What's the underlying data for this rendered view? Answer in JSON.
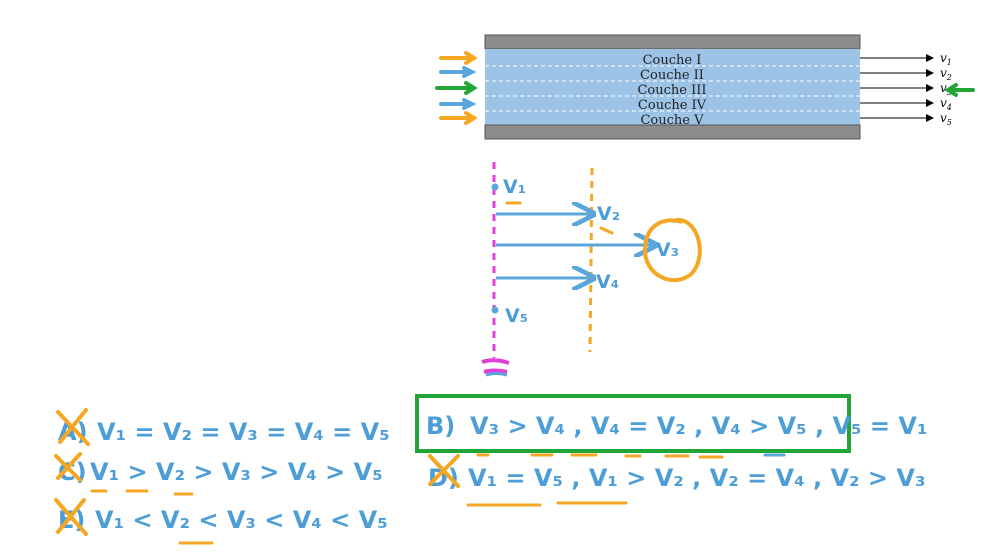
{
  "diagram": {
    "layers": [
      "Couche I",
      "Couche II",
      "Couche III",
      "Couche IV",
      "Couche V"
    ],
    "velocity_labels": [
      "v",
      "v",
      "v",
      "v",
      "v"
    ],
    "velocity_subscripts": [
      "1",
      "2",
      "3",
      "4",
      "5"
    ]
  },
  "sketch": {
    "labels": [
      "V₁",
      "V₂",
      "V₃",
      "V₄",
      "V₅"
    ]
  },
  "answers": {
    "a_prefix": "A)",
    "a_text": "V₁ = V₂ = V₃ = V₄ = V₅",
    "c_prefix": "C)",
    "c_text": "V₁ > V₂ > V₃ > V₄ > V₅",
    "e_prefix": "E)",
    "e_text": "V₁ < V₂ < V₃ < V₄ < V₅",
    "b_prefix": "B)",
    "b_text": "V₃ > V₄ , V₄ = V₂ , V₄ > V₅ , V₅ = V₁",
    "d_prefix": "D)",
    "d_text": "V₁ = V₅ , V₁ > V₂ , V₂ = V₄ , V₂ > V₃"
  },
  "colors": {
    "fluid": "#9dc3e6",
    "wall": "#8c8c8c",
    "orange": "#f5a623",
    "blue": "#5aa6d8",
    "green": "#22a537",
    "magenta": "#e040d8",
    "ink": "#4d9ed6"
  }
}
